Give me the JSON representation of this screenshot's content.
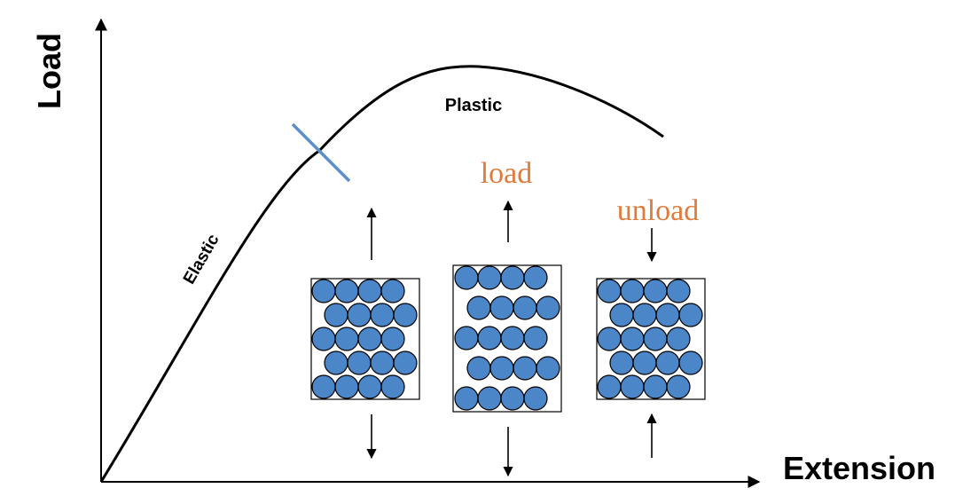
{
  "axes": {
    "y_label": "Load",
    "x_label": "Extension"
  },
  "curve": {
    "elastic_label": "Elastic",
    "plastic_label": "Plastic",
    "curve_color": "#000000",
    "yield_marker_color": "#5b8fc9"
  },
  "states": {
    "load_label": "load",
    "unload_label": "unload",
    "label_color": "#e07b39",
    "atom_fill": "#4a86c8",
    "atom_stroke": "#000000",
    "arrow_color": "#000000"
  }
}
